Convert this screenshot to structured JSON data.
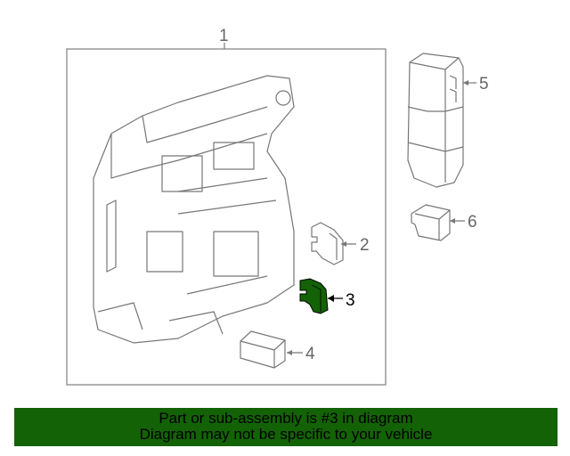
{
  "diagram": {
    "callouts": [
      {
        "number": "1"
      },
      {
        "number": "2"
      },
      {
        "number": "3",
        "highlighted": true
      },
      {
        "number": "4"
      },
      {
        "number": "5"
      },
      {
        "number": "6"
      }
    ],
    "highlight_color": "#136205"
  },
  "banner": {
    "line1": "Part or sub-assembly is #3 in diagram",
    "line2": "Diagram may not be specific to your vehicle",
    "background": "#136205"
  }
}
